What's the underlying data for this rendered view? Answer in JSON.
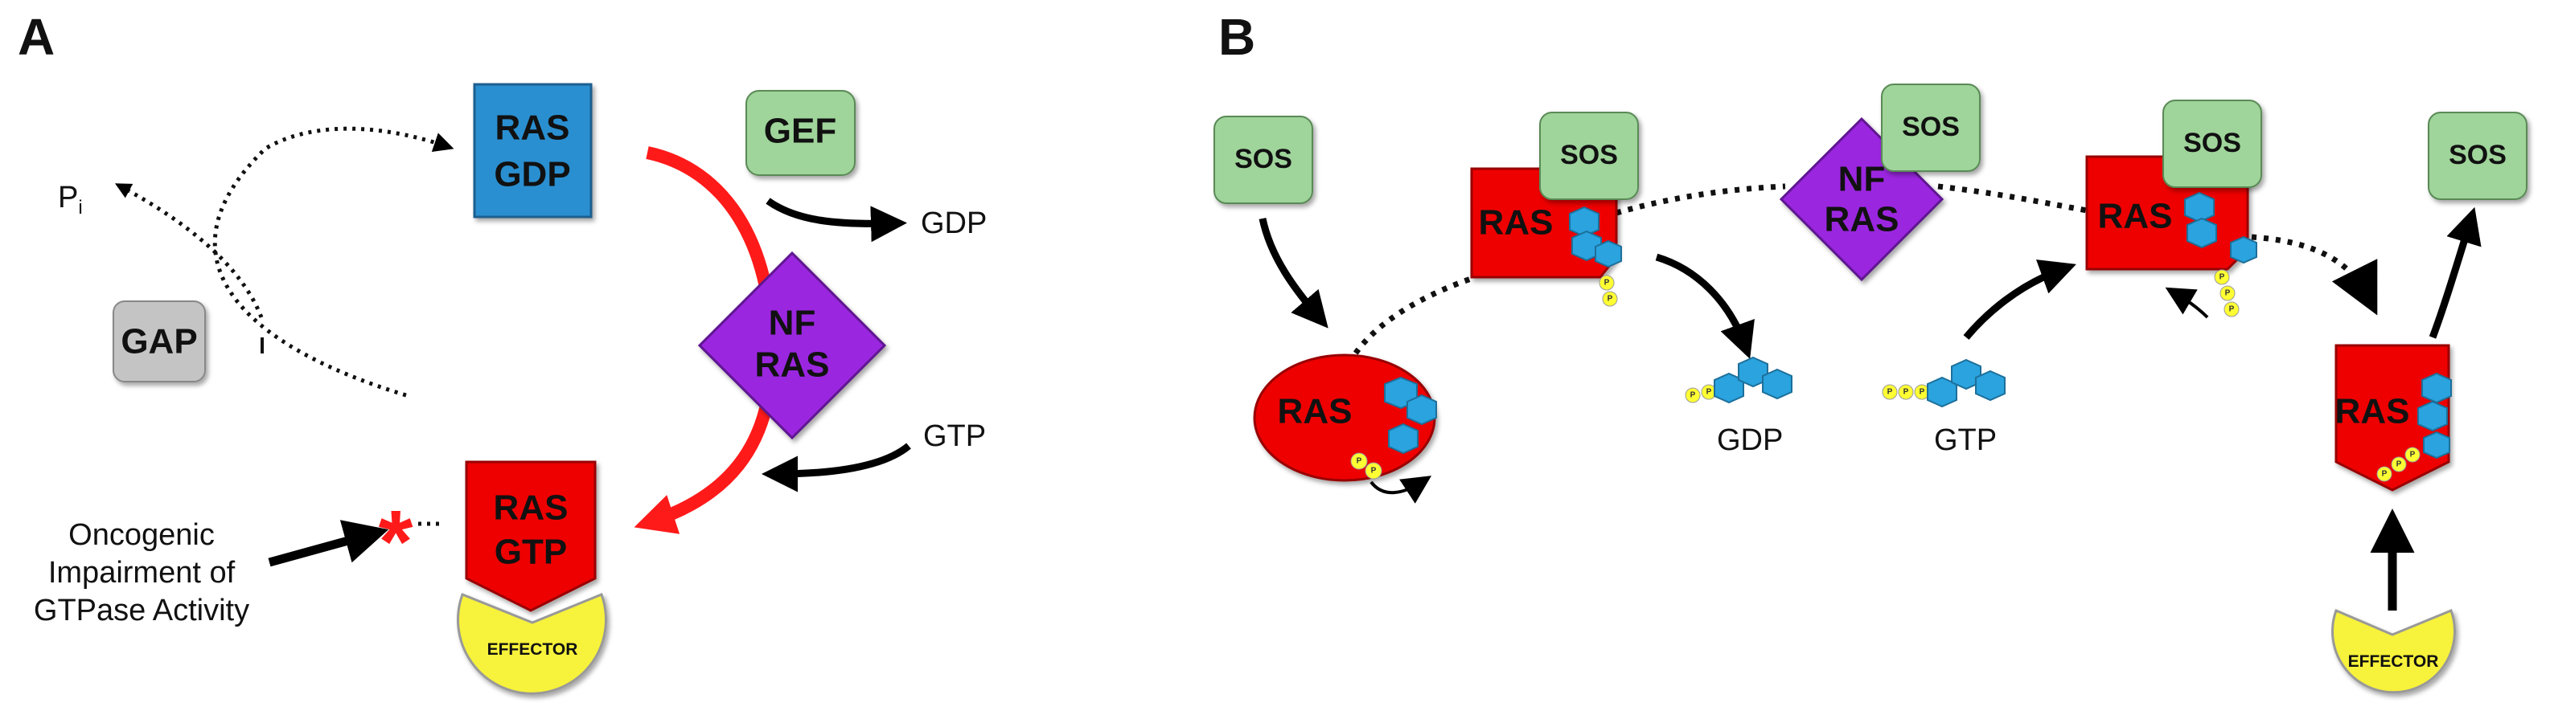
{
  "panels": {
    "a": "A",
    "b": "B"
  },
  "panel_a": {
    "ras_gdp": [
      "RAS",
      "GDP"
    ],
    "ras_gtp": [
      "RAS",
      "GTP"
    ],
    "gef": "GEF",
    "gap": "GAP",
    "nf_ras": [
      "NF",
      "RAS"
    ],
    "gdp_out": "GDP",
    "gtp_in": "GTP",
    "pi": "P",
    "pi_sub": "i",
    "effector": "EFFECTOR",
    "oncogenic": [
      "Oncogenic",
      "Impairment of",
      "GTPase Activity"
    ],
    "asterisk": "*"
  },
  "panel_b": {
    "sos": "SOS",
    "ras": "RAS",
    "nf_ras": [
      "NF",
      "RAS"
    ],
    "gdp": "GDP",
    "gtp": "GTP",
    "effector": "EFFECTOR",
    "phosphate": "P"
  },
  "colors": {
    "ras_gdp_box": "#2b8fd0",
    "ras_red": "#ee0000",
    "gef_green": "#9fd49a",
    "gap_grey": "#c4c4c4",
    "nf_purple": "#9b27e0",
    "effector_yellow": "#f7f23a",
    "nucleotide_blue": "#2aa3df",
    "phosphate_yellow": "#ffff33",
    "arrow_red": "#ff1a1a"
  }
}
